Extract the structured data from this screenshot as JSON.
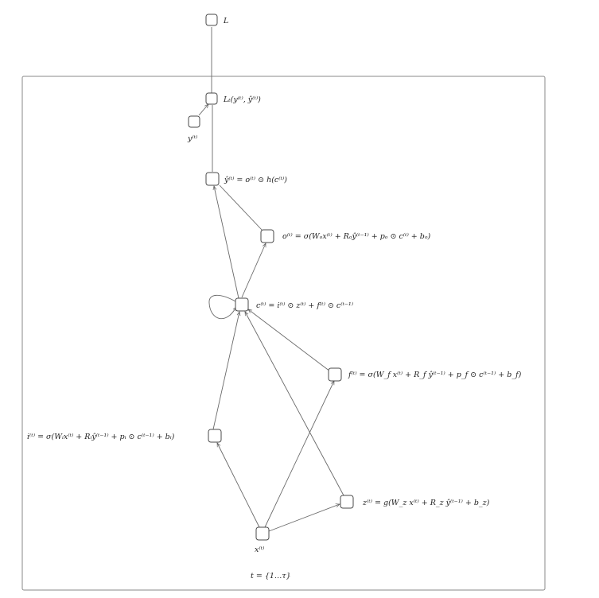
{
  "plate": {
    "label": "t = {1…τ}"
  },
  "nodes": {
    "L": {
      "label": "L"
    },
    "Lt": {
      "label": "Lₜ(y⁽ᵗ⁾, ŷ⁽ᵗ⁾)"
    },
    "y": {
      "label": "y⁽ᵗ⁾"
    },
    "yhat": {
      "label": "ŷ⁽ᵗ⁾ = o⁽ᵗ⁾ ⊙ h(c⁽ᵗ⁾)"
    },
    "o": {
      "label": "o⁽ᵗ⁾ = σ(Wₒx⁽ᵗ⁾ + Rₒŷ⁽ᵗ⁻¹⁾ + pₒ ⊙ c⁽ᵗ⁾ + bₒ)"
    },
    "c": {
      "label": "c⁽ᵗ⁾ = i⁽ᵗ⁾ ⊙ z⁽ᵗ⁾ + f⁽ᵗ⁾ ⊙ c⁽ᵗ⁻¹⁾"
    },
    "f": {
      "label": "f⁽ᵗ⁾ = σ(W_f x⁽ᵗ⁾ + R_f ŷ⁽ᵗ⁻¹⁾ + p_f ⊙ c⁽ᵗ⁻¹⁾ + b_f)"
    },
    "i": {
      "label": "i⁽ᵗ⁾ = σ(Wᵢx⁽ᵗ⁾ + Rᵢŷ⁽ᵗ⁻¹⁾ + pᵢ ⊙ c⁽ᵗ⁻¹⁾ + bᵢ)"
    },
    "z": {
      "label": "z⁽ᵗ⁾ = g(W_z x⁽ᵗ⁾ + R_z ŷ⁽ᵗ⁻¹⁾ + b_z)"
    },
    "x": {
      "label": "x⁽ᵗ⁾"
    }
  }
}
